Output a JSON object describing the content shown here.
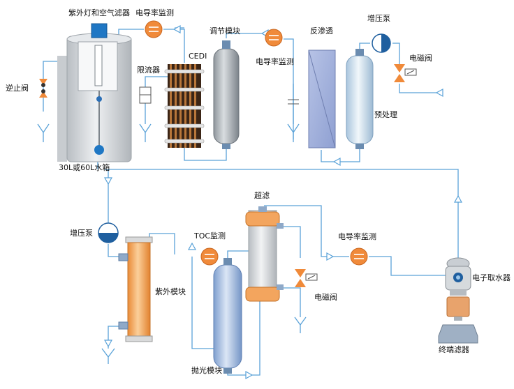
{
  "labels": {
    "uv_air_filter": "紫外灯和空气滤器",
    "cond_monitor_top": "电导率监测",
    "regulating_module": "调节模块",
    "reverse_osmosis": "反渗透",
    "booster_pump_top": "增压泵",
    "check_valve": "逆止阀",
    "flow_limiter": "限流器",
    "cedi": "CEDI",
    "cond_monitor_mid": "电导率监测",
    "solenoid_valve_top": "电磁阀",
    "pretreatment": "预处理",
    "water_tank": "30L或60L水箱",
    "ultrafiltration": "超滤",
    "booster_pump_bottom": "增压泵",
    "toc_monitor": "TOC监测",
    "cond_monitor_bottom": "电导率监测",
    "uv_module": "紫外模块",
    "electronic_dispenser": "电子取水器",
    "solenoid_valve_bottom": "电磁阀",
    "terminal_filter": "终端滤器",
    "polishing_module": "抛光模块"
  },
  "colors": {
    "pipe": "#5aa2d8",
    "meter": "#f08a3a",
    "tank_body": "#d4d7da",
    "uv_module": "#f3a55e",
    "polish_module": "#9db8db"
  },
  "icons": {
    "meter": "conductivity-meter-icon",
    "valve": "solenoid-valve-icon",
    "pump": "booster-pump-icon",
    "drain": "drain-icon"
  }
}
